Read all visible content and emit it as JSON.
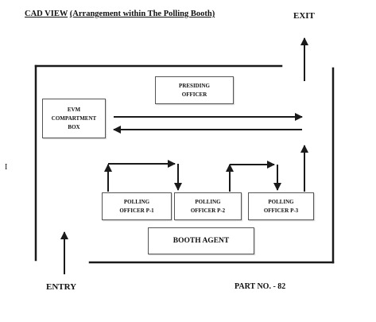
{
  "title": {
    "main": "CAD VIEW",
    "sub": "(Arrangement within The Polling Booth)"
  },
  "labels": {
    "exit": "EXIT",
    "entry": "ENTRY",
    "part_no": "PART NO. - 82",
    "stray_mark": "I"
  },
  "boxes": {
    "presiding": {
      "line1": "PRESIDING",
      "line2": "OFFICER"
    },
    "evm": {
      "line1": "EVM",
      "line2": "COMPARTMENT",
      "line3": "BOX"
    },
    "p1": {
      "line1": "POLLING",
      "line2": "OFFICER P-1"
    },
    "p2": {
      "line1": "POLLING",
      "line2": "OFFICER P-2"
    },
    "p3": {
      "line1": "POLLING",
      "line2": "OFFICER P-3"
    },
    "agent": {
      "line1": "BOOTH AGENT"
    }
  },
  "colors": {
    "line": "#1a1a1a",
    "box_border": "#555555"
  }
}
